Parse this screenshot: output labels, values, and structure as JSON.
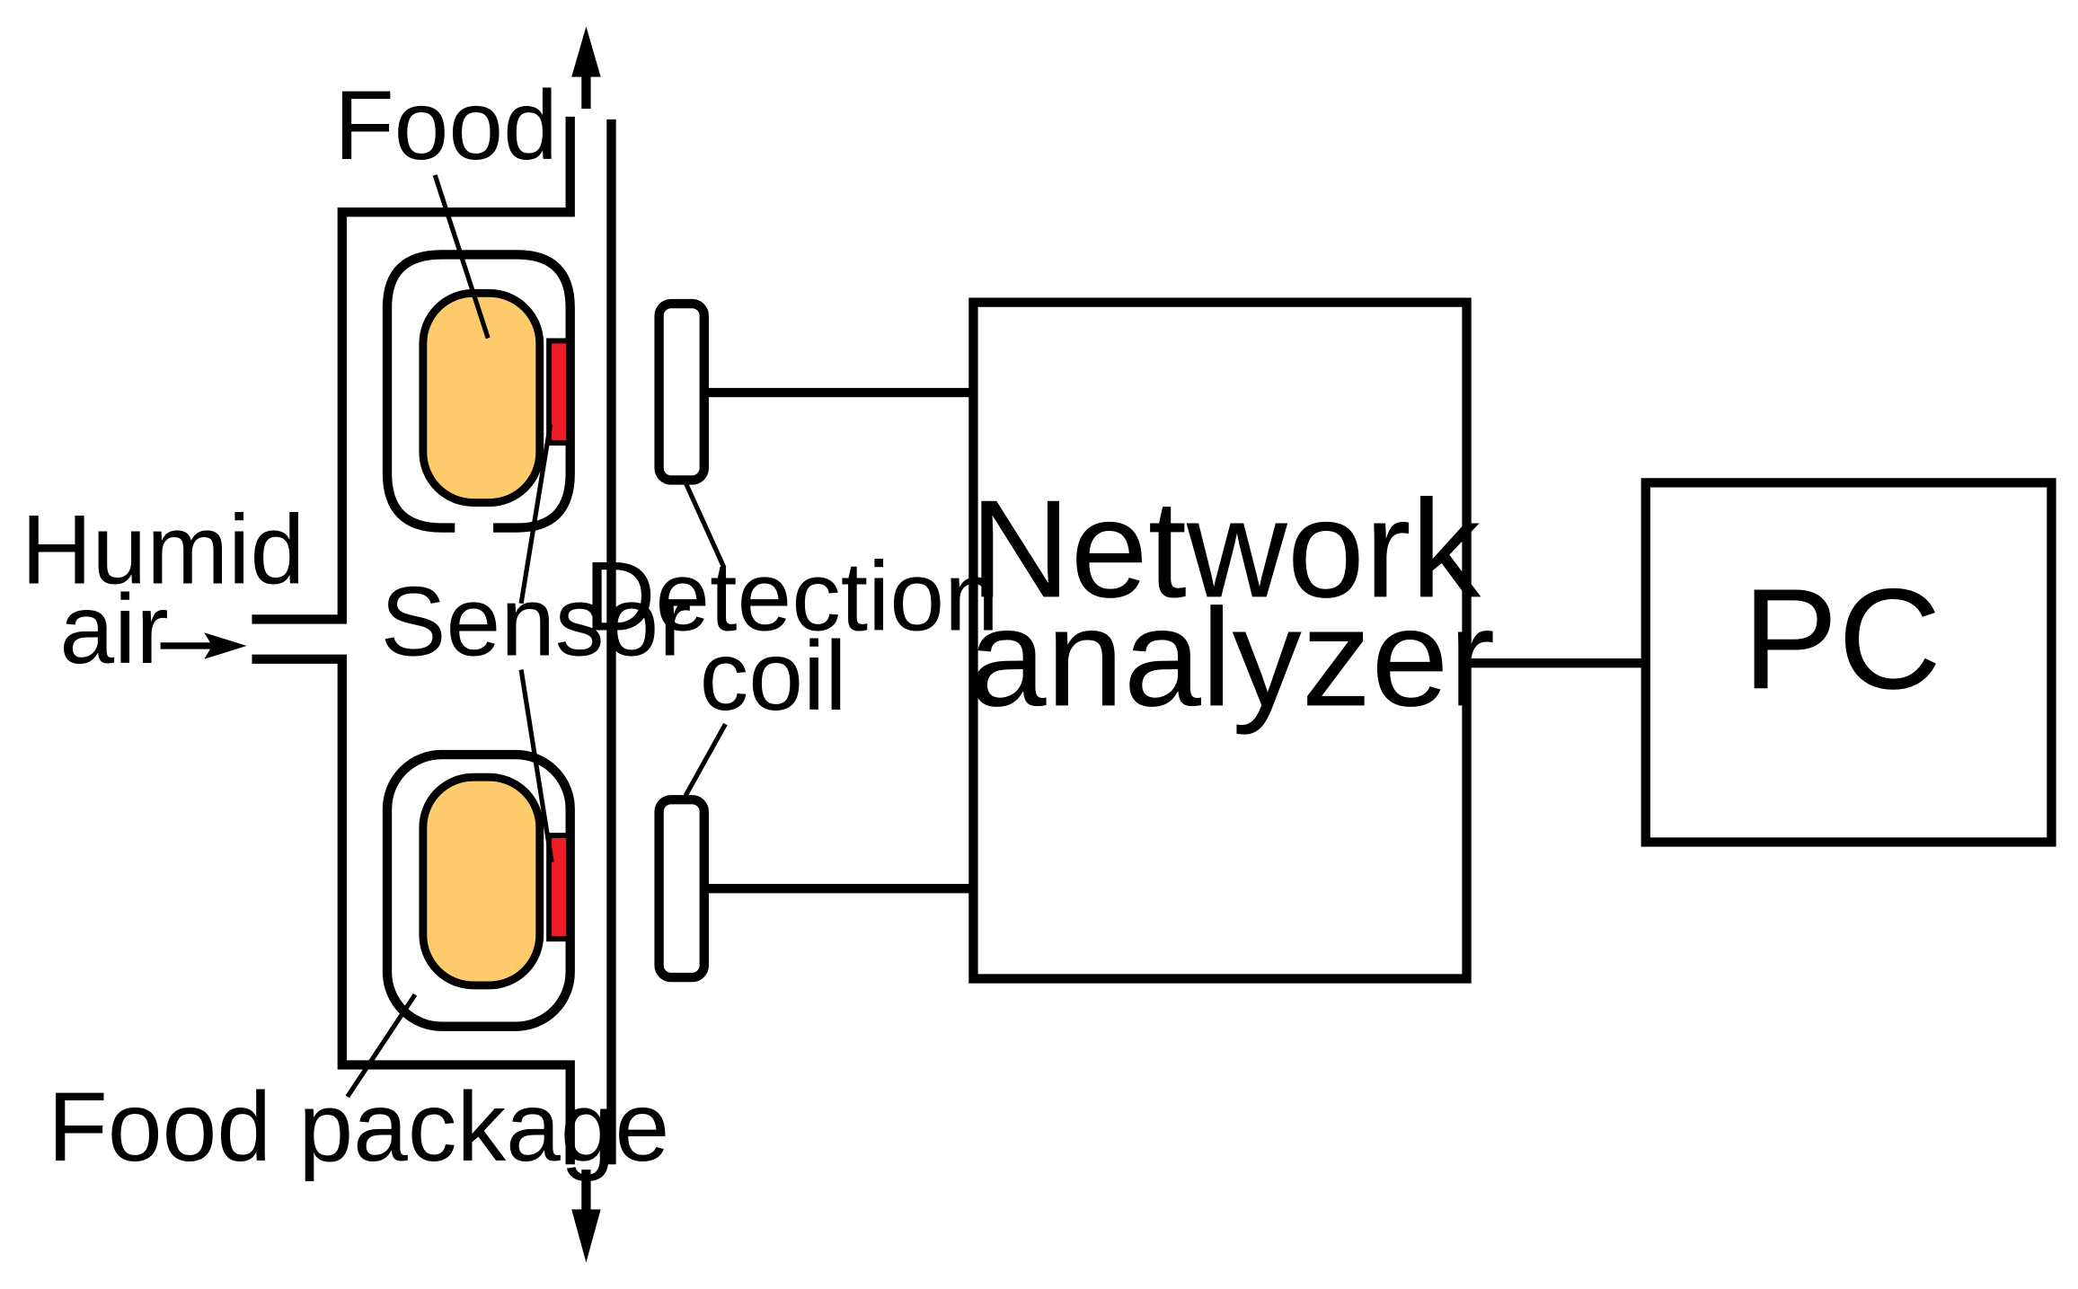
{
  "labels": {
    "food": "Food",
    "humid_line1": "Humid",
    "humid_line2": "air",
    "sensor": "Sensor",
    "food_package": "Food package",
    "detection_line1": "Detection",
    "detection_line2": "coil",
    "network_line1": "Network",
    "network_line2": "analyzer",
    "pc": "PC"
  },
  "colors": {
    "food": "#FDCB6B",
    "sensor": "#EE1C25",
    "line": "#000000"
  },
  "icons": {
    "arrow_up": "arrow-up-icon",
    "arrow_down": "arrow-down-icon",
    "arrow_right": "arrow-right-icon"
  }
}
